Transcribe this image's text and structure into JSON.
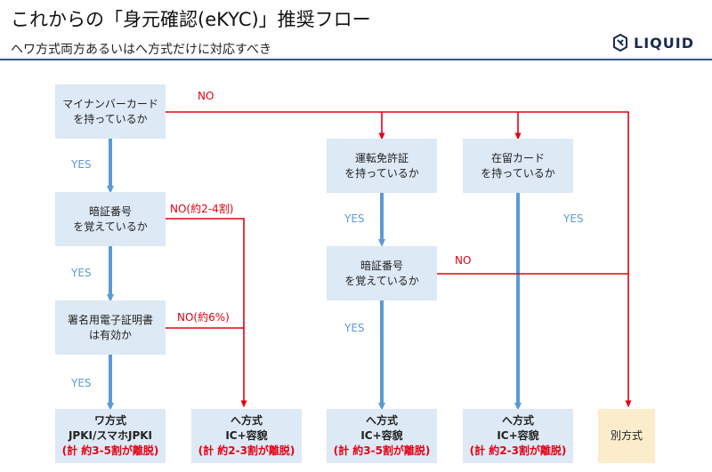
{
  "header": {
    "title": "これからの「身元確認(eKYC)」推奨フロー",
    "subtitle": "ヘワ方式両方あるいはへ方式だけに対応すべき",
    "logo_text": "LIQUID"
  },
  "colors": {
    "yes_arrow": "#5b9bd5",
    "no_arrow": "#e60012",
    "box": "#dde9f5",
    "alt_box": "#fbeccb",
    "accent": "#2f5597"
  },
  "nodes": {
    "mynumber": {
      "line1": "マイナンバーカード",
      "line2": "を持っているか"
    },
    "pin1": {
      "line1": "暗証番号",
      "line2": "を覚えているか"
    },
    "cert": {
      "line1": "署名用電子証明書",
      "line2": "は有効か"
    },
    "license": {
      "line1": "運転免許証",
      "line2": "を持っているか"
    },
    "residence": {
      "line1": "在留カード",
      "line2": "を持っているか"
    },
    "pin2": {
      "line1": "暗証番号",
      "line2": "を覚えているか"
    }
  },
  "results": {
    "wa": {
      "line1": "ワ方式",
      "line2": "JPKI/スマホJPKI",
      "line3": "(計 約3-5割が離脱)"
    },
    "he1": {
      "line1": "へ方式",
      "line2": "IC+容貌",
      "line3": "(計 約2-3割が離脱)"
    },
    "he2": {
      "line1": "へ方式",
      "line2": "IC+容貌",
      "line3": "(計 約3-5割が離脱)"
    },
    "he3": {
      "line1": "へ方式",
      "line2": "IC+容貌",
      "line3": "(計 約2-3割が離脱)"
    },
    "other": {
      "line1": "別方式"
    }
  },
  "edge_labels": {
    "no_top": "NO",
    "yes_1": "YES",
    "no_pin1": "NO(約2-4割)",
    "yes_2": "YES",
    "no_cert": "NO(約6%)",
    "yes_3": "YES",
    "yes_license": "YES",
    "no_pin2": "NO",
    "yes_pin2": "YES",
    "yes_residence": "YES"
  }
}
